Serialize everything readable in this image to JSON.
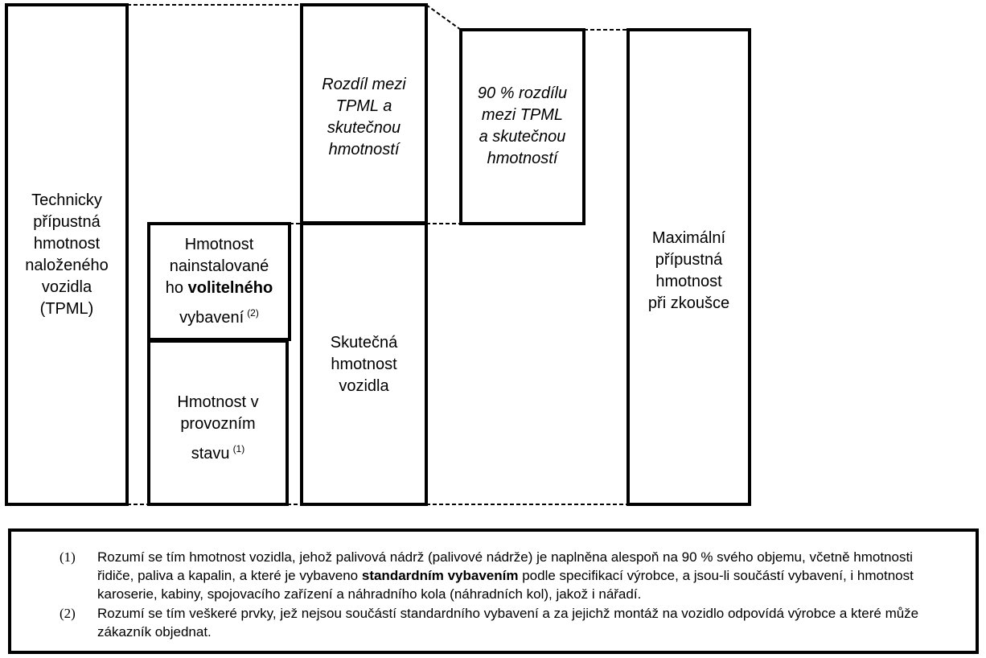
{
  "boxes": {
    "tpml": [
      "Technicky",
      "přípustná",
      "hmotnost",
      "naloženého",
      "vozidla",
      "(TPML)"
    ],
    "optional": {
      "lines": [
        "Hmotnost",
        "nainstalované"
      ],
      "line3_prefix": "ho ",
      "line3_bold": "volitelného",
      "line4": "vybavení",
      "sup": "(2)"
    },
    "running": {
      "lines": [
        "Hmotnost v",
        "provozním"
      ],
      "line3": "stavu",
      "sup": "(1)"
    },
    "difference": [
      "Rozdíl mezi",
      "TPML a",
      "skutečnou",
      "hmotností"
    ],
    "ninety": [
      "90 % rozdílu",
      "mezi TPML",
      "a skutečnou",
      "hmotností"
    ],
    "actual": [
      "Skutečná",
      "hmotnost",
      "vozidla"
    ],
    "max": [
      "Maximální",
      "přípustná",
      "hmotnost",
      "při zkoušce"
    ]
  },
  "notes": [
    {
      "num": "(1)",
      "pre": "Rozumí se tím hmotnost vozidla, jehož palivová nádrž (palivové nádrže) je naplněna alespoň na 90 % svého objemu, včetně hmotnosti řidiče, paliva a kapalin, a které je vybaveno ",
      "bold": "standardním vybavením",
      "post": " podle specifikací výrobce, a jsou-li součástí vybavení, i hmotnost karoserie, kabiny, spojovacího zařízení a náhradního kola (náhradních kol), jakož i nářadí."
    },
    {
      "num": "(2)",
      "pre": "Rozumí se tím veškeré prvky, jež nejsou součástí standardního vybavení a za jejichž montáž na vozidlo odpovídá výrobce a které může zákazník objednat.",
      "bold": "",
      "post": ""
    }
  ]
}
